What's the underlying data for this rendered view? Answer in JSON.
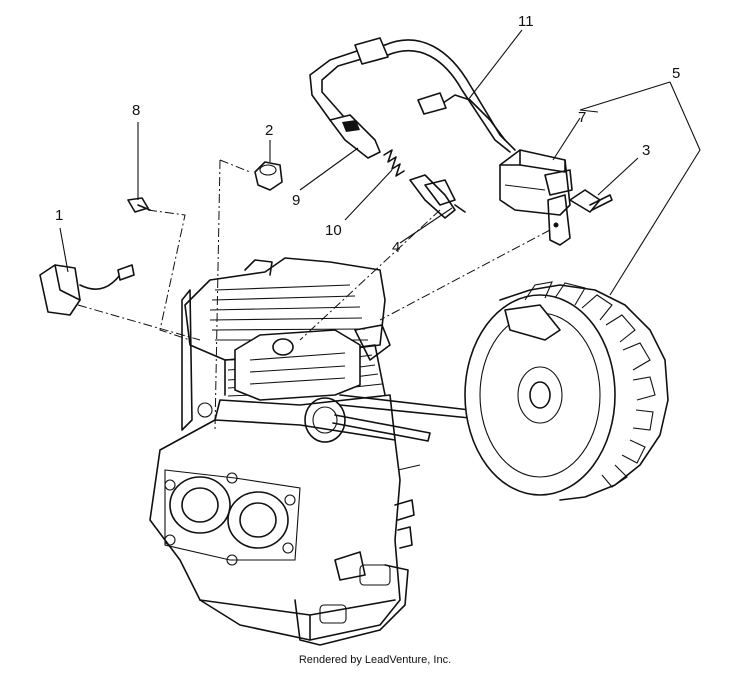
{
  "callouts": [
    {
      "id": "1",
      "label": "1"
    },
    {
      "id": "2",
      "label": "2"
    },
    {
      "id": "3",
      "label": "3"
    },
    {
      "id": "4",
      "label": "4"
    },
    {
      "id": "5",
      "label": "5"
    },
    {
      "id": "7",
      "label": "7"
    },
    {
      "id": "8",
      "label": "8"
    },
    {
      "id": "9",
      "label": "9"
    },
    {
      "id": "10",
      "label": "10"
    },
    {
      "id": "11",
      "label": "11"
    }
  ],
  "footer": {
    "text": "Rendered by LeadVenture, Inc."
  }
}
